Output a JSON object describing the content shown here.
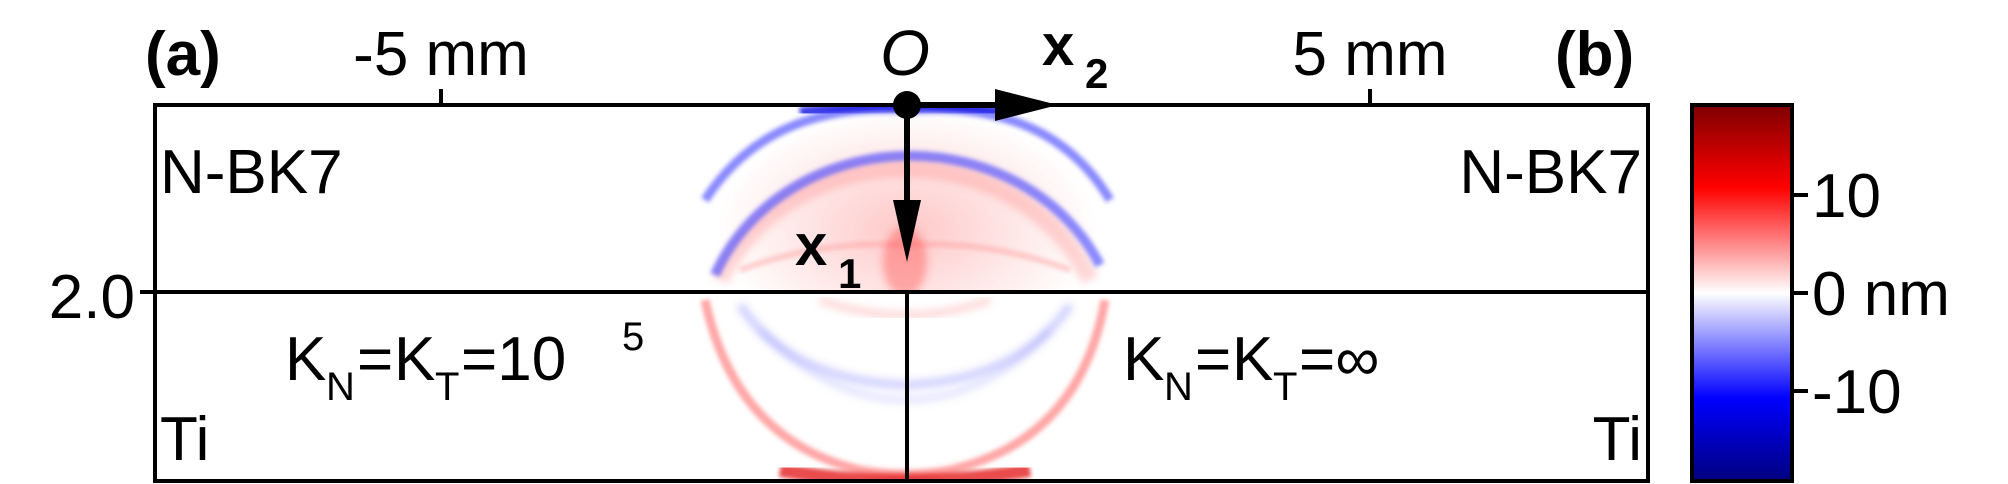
{
  "panels": {
    "a_label": "(a)",
    "b_label": "(b)"
  },
  "top_axis": {
    "left_tick": "-5 mm",
    "right_tick": "5 mm"
  },
  "origin": {
    "label": "O"
  },
  "axes": {
    "x2_base": "x",
    "x2_sub": "2",
    "x1_base": "x",
    "x1_sub": "1"
  },
  "left_axis": {
    "interface_tick": "2.0"
  },
  "materials": {
    "top_left": "N-BK7",
    "top_right": "N-BK7",
    "bottom_left": "Ti",
    "bottom_right": "Ti"
  },
  "conditions": {
    "left": {
      "k": "K",
      "n": "N",
      "eq": "=",
      "t": "T",
      "eq2": "=10",
      "exp": "5"
    },
    "right": {
      "k": "K",
      "n": "N",
      "eq": "=",
      "t": "T",
      "eq2": "=∞"
    }
  },
  "colorbar": {
    "ticks": [
      "10",
      "0 nm",
      "-10"
    ],
    "colors": {
      "max": "#7f0000",
      "high": "#ff0000",
      "zero": "#ffffff",
      "low": "#0000ff",
      "min": "#00007f"
    }
  }
}
